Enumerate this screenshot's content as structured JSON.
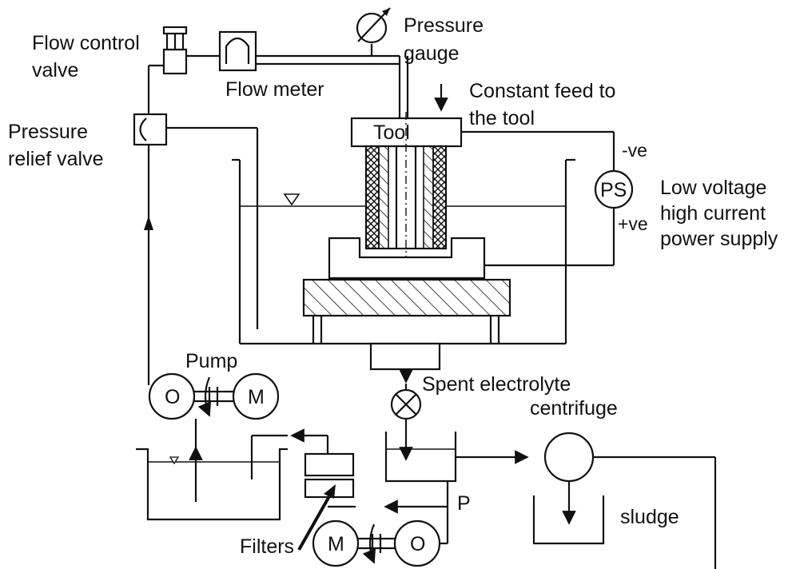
{
  "labels": {
    "flow_control_valve_1": "Flow control",
    "flow_control_valve_2": "valve",
    "flow_meter": "Flow meter",
    "pressure_gauge_1": "Pressure",
    "pressure_gauge_2": "gauge",
    "constant_feed_1": "Constant feed to",
    "constant_feed_2": "the tool",
    "pressure_relief_1": "Pressure",
    "pressure_relief_2": "relief valve",
    "tool": "Tool",
    "neg": "-ve",
    "pos": "+ve",
    "ps": "PS",
    "power_supply_1": "Low voltage",
    "power_supply_2": "high current",
    "power_supply_3": "power supply",
    "pump": "Pump",
    "pump_o": "O",
    "pump_m": "M",
    "spent_electrolyte": "Spent electrolyte",
    "centrifuge": "centrifuge",
    "p": "P",
    "sludge": "sludge",
    "filters": "Filters",
    "pump2_m": "M",
    "pump2_o": "O"
  }
}
